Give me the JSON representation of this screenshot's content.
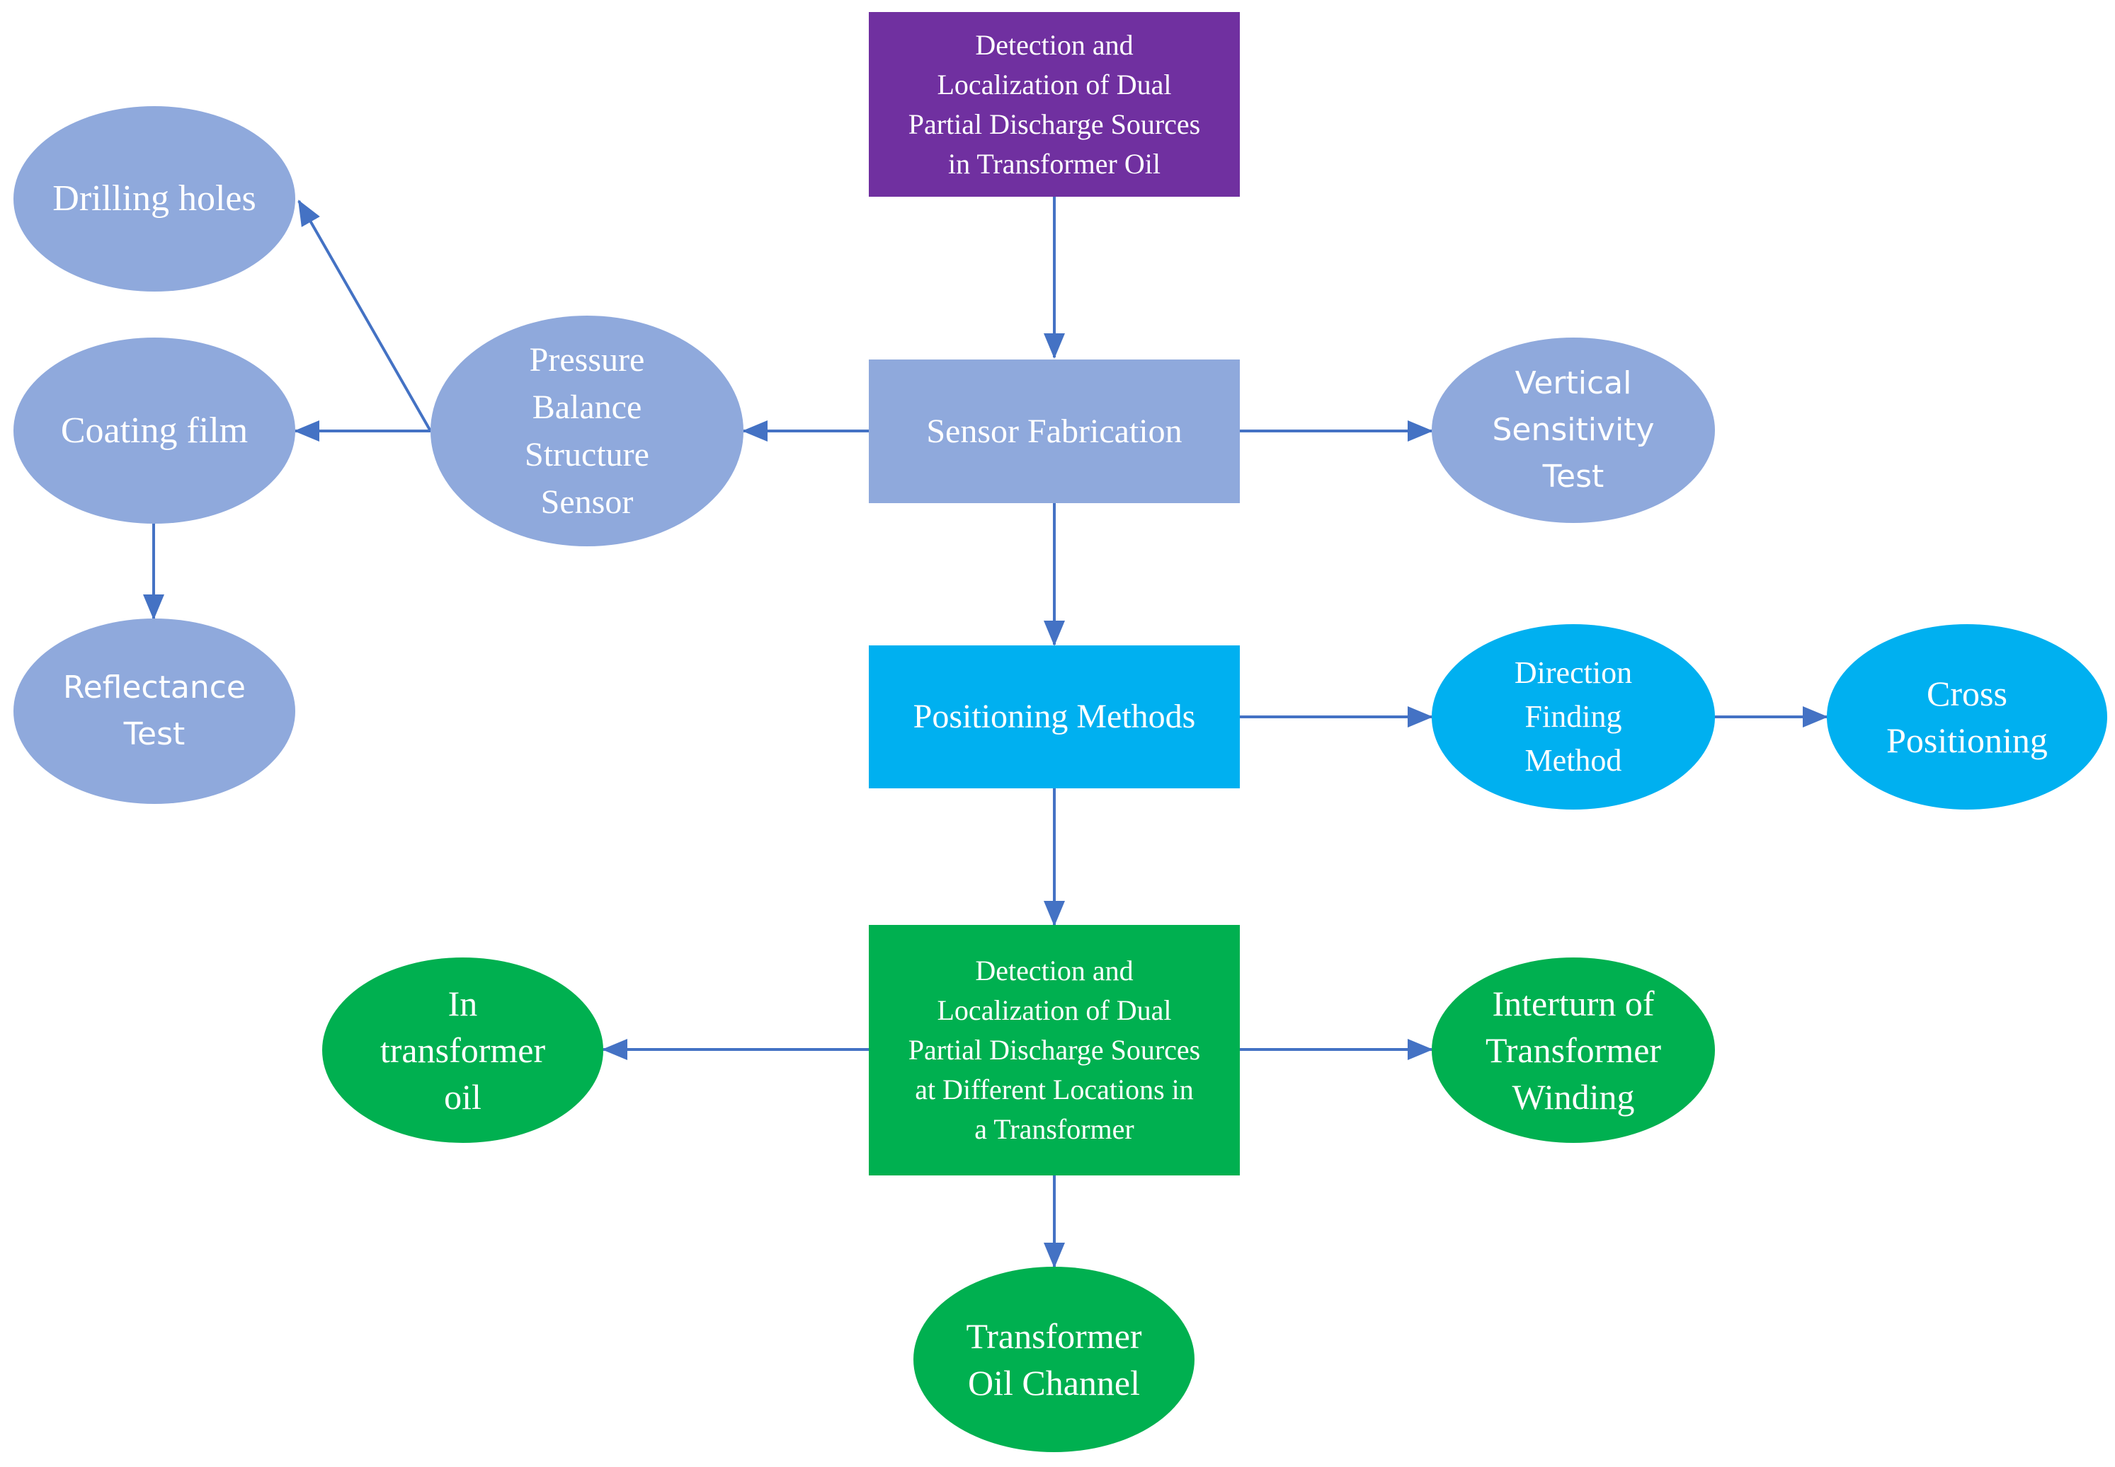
{
  "colors": {
    "purple": "#7030A0",
    "lavender": "#8FA9DC",
    "lightblue": "#00B0F0",
    "green": "#00B050",
    "arrow": "#4472C4"
  },
  "nodes": {
    "top": {
      "label": "Detection and\nLocalization of Dual\nPartial Discharge Sources\nin Transformer Oil",
      "color": "#7030A0"
    },
    "sensor": {
      "label": "Sensor Fabrication",
      "color": "#8FA9DC"
    },
    "pressure": {
      "label": "Pressure\nBalance\nStructure\nSensor",
      "color": "#8FA9DC"
    },
    "drilling": {
      "label": "Drilling holes",
      "color": "#8FA9DC"
    },
    "coating": {
      "label": "Coating  film",
      "color": "#8FA9DC"
    },
    "reflectance": {
      "label": "Reflectance\nTest",
      "color": "#8FA9DC"
    },
    "vertical": {
      "label": "Vertical\nSensitivity\nTest",
      "color": "#8FA9DC"
    },
    "positioning": {
      "label": "Positioning Methods",
      "color": "#00B0F0"
    },
    "direction": {
      "label": "Direction\nFinding\nMethod",
      "color": "#00B0F0"
    },
    "cross": {
      "label": "Cross\nPositioning",
      "color": "#00B0F0"
    },
    "bottom": {
      "label": "Detection and\nLocalization of Dual\nPartial Discharge Sources\nat Different Locations in\na Transformer",
      "color": "#00B050"
    },
    "inoil": {
      "label": "In\ntransformer\noil",
      "color": "#00B050"
    },
    "interturn": {
      "label": "Interturn of\nTransformer\nWinding",
      "color": "#00B050"
    },
    "channel": {
      "label": "Transformer\nOil Channel",
      "color": "#00B050"
    }
  }
}
